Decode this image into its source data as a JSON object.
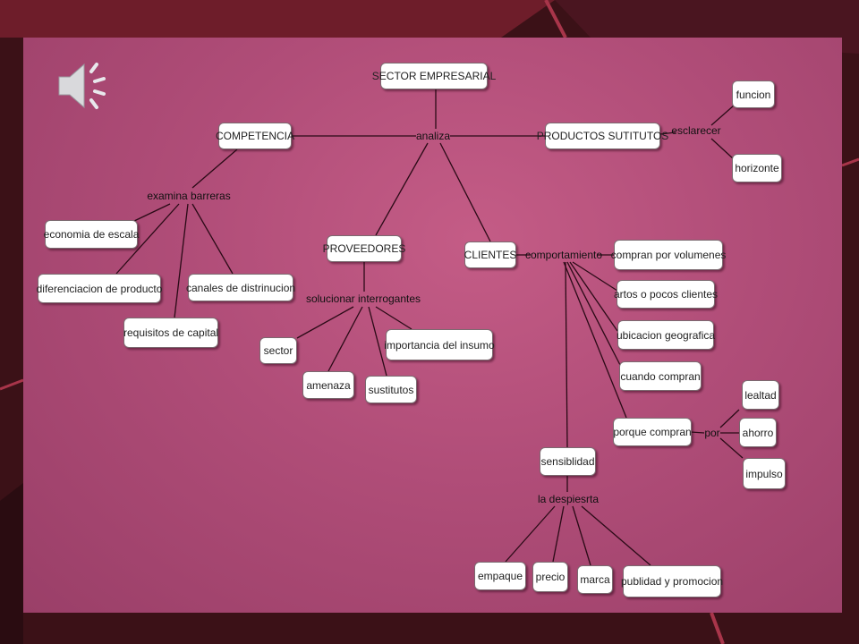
{
  "colors": {
    "background_dark": "#3a1016",
    "slide": "#b04d78",
    "node_fill": "#ffffff",
    "line": "#2a0a16"
  },
  "icons": {
    "audio": "speaker-icon"
  },
  "concept_map": {
    "nodes": {
      "sector": "SECTOR EMPRESARIAL",
      "competencia": "COMPETENCIA",
      "productos": "PRODUCTOS SUTITUTOS",
      "funcion": "funcion",
      "horizonte": "horizonte",
      "economia": "economia de escala",
      "diferenciacion": "diferenciacion de producto",
      "canales": "canales de distrinucion",
      "requisitos": "requisitos de capital",
      "proveedores": "PROVEEDORES",
      "clientes": "CLIENTES",
      "sectorp": "sector",
      "amenaza": "amenaza",
      "sustitutos": "sustitutos",
      "importancia": "importancia del insumo",
      "volumenes": "compran por volumenes",
      "artos": "artos o pocos clientes",
      "ubicacion": "ubicacion geografica",
      "cuando": "cuando compran",
      "porque": "porque compran",
      "lealtad": "lealtad",
      "ahorro": "ahorro",
      "impulso": "impulso",
      "sensiblidad": "sensiblidad",
      "empaque": "empaque",
      "precio": "precio",
      "marca": "marca",
      "publicidad": "publidad y promocion"
    },
    "links": {
      "analiza": "analiza",
      "esclarecer": "esclarecer",
      "examina": "examina barreras",
      "solucionar": "solucionar interrogantes",
      "comportamiento": "comportamiento",
      "por": "por",
      "despierta": "la despiesrta"
    }
  }
}
